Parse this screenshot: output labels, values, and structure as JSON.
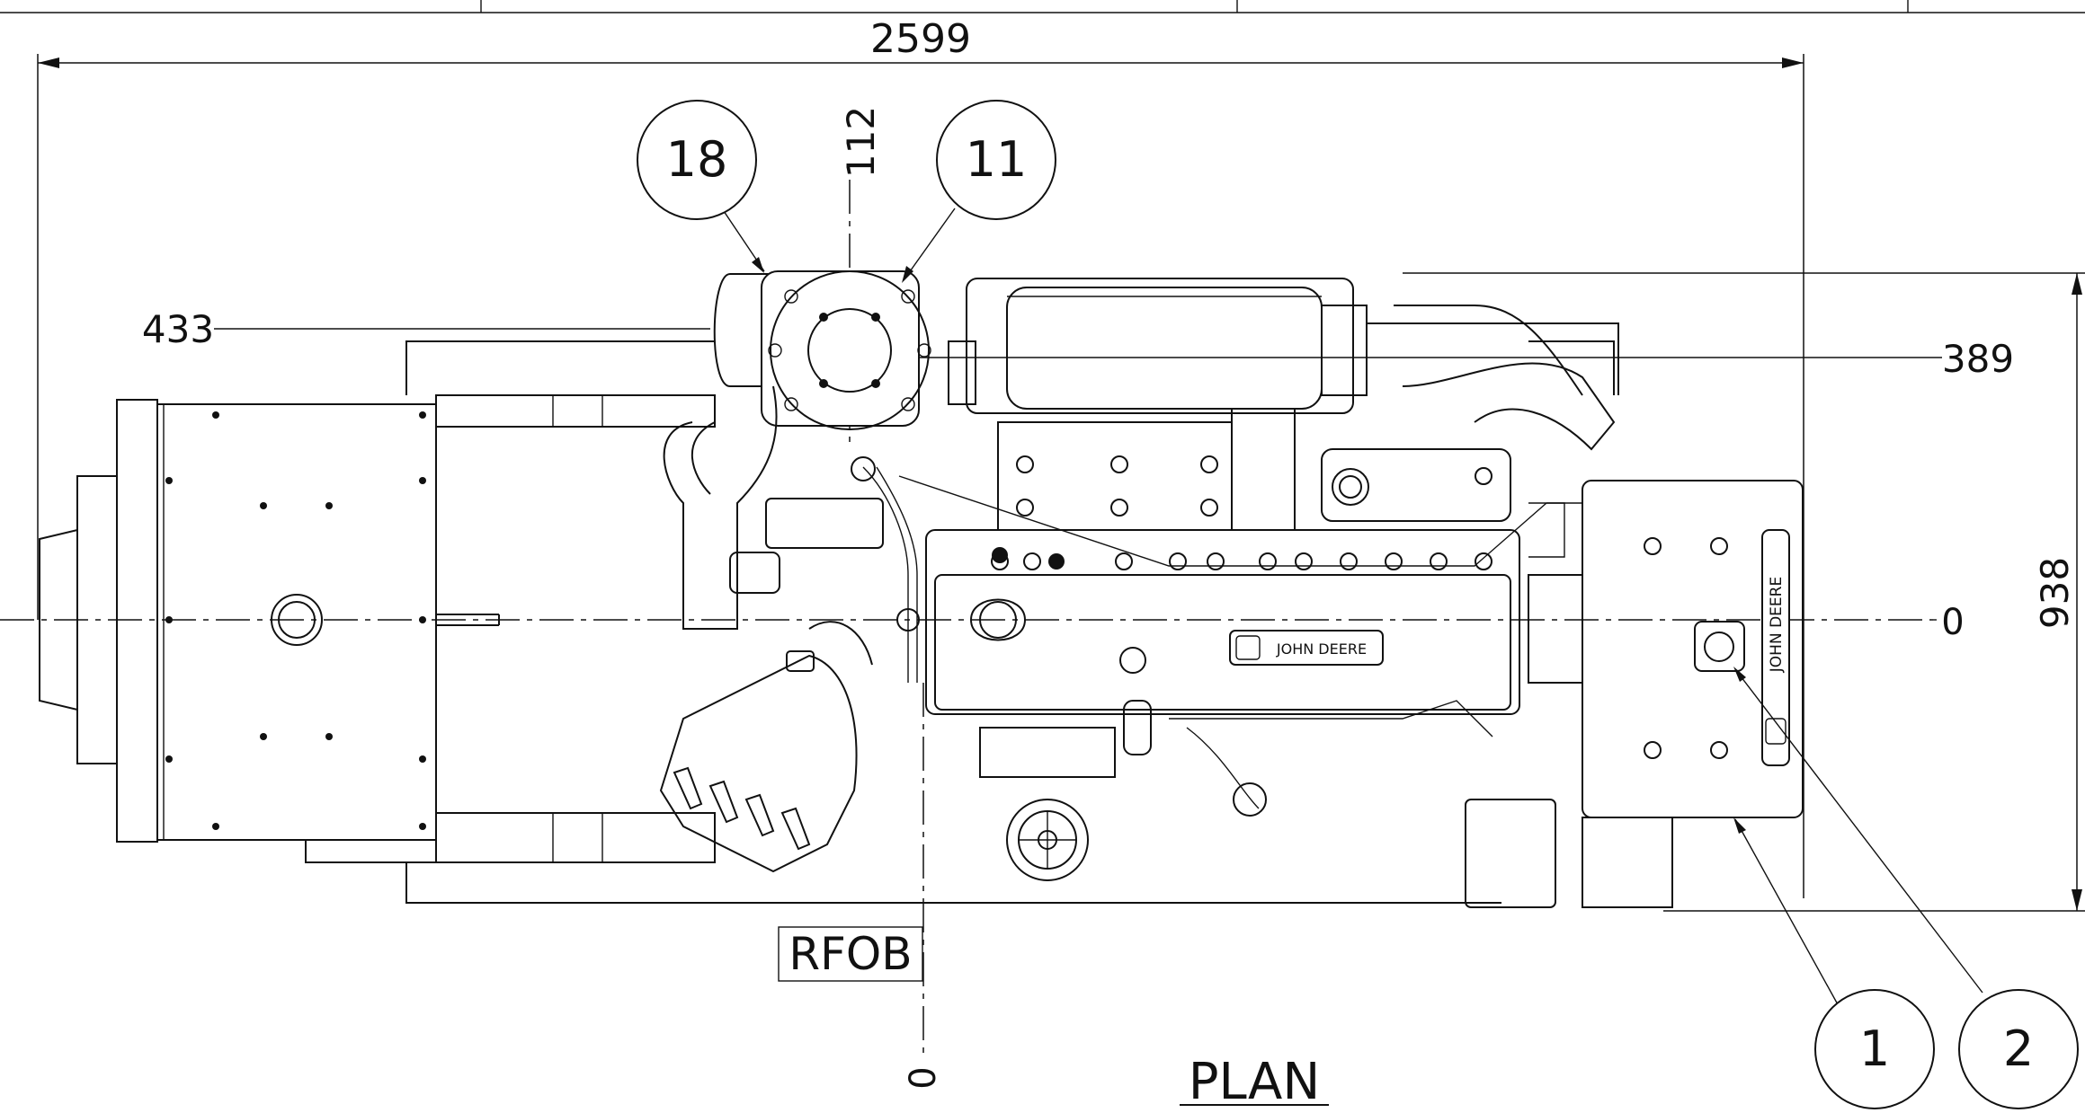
{
  "dimensions": {
    "overall_length": "2599",
    "overall_width": "938",
    "exhaust_offset_x": "112",
    "exhaust_offset_y_left": "433",
    "exhaust_offset_y_right": "389",
    "centerline_datum": "0",
    "rfob_datum": "0"
  },
  "balloons": {
    "b18": "18",
    "b11": "11",
    "b1": "1",
    "b2": "2"
  },
  "labels": {
    "rfob": "RFOB",
    "view_title": "PLAN",
    "brand_top": "JOHN DEERE",
    "brand_side": "JOHN DEERE"
  }
}
